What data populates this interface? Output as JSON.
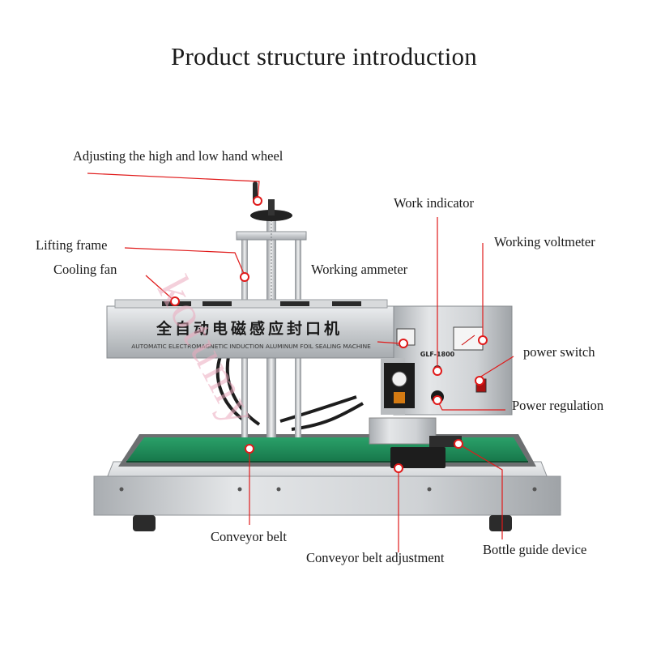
{
  "title": "Product structure introduction",
  "labels": {
    "hand_wheel": "Adjusting the high and low hand wheel",
    "lifting_frame": "Lifting frame",
    "cooling_fan": "Cooling fan",
    "work_indicator": "Work indicator",
    "working_voltmeter": "Working voltmeter",
    "working_ammeter": "Working ammeter",
    "power_switch": "power switch",
    "power_regulation": "Power regulation",
    "conveyor_belt": "Conveyor belt",
    "conveyor_belt_adjustment": "Conveyor belt adjustment",
    "bottle_guide_device": "Bottle guide device"
  },
  "machine": {
    "chinese_name": "全自动电磁感应封口机",
    "english_name": "AUTOMATIC ELECTROMAGNETIC INDUCTION ALUMINUM FOIL SEALING MACHINE",
    "model": "GLF-1800"
  },
  "watermark": "kotumy",
  "colors": {
    "callout": "#e01a1a",
    "steel": "#c9cbcd",
    "belt": "#1f8a55"
  }
}
